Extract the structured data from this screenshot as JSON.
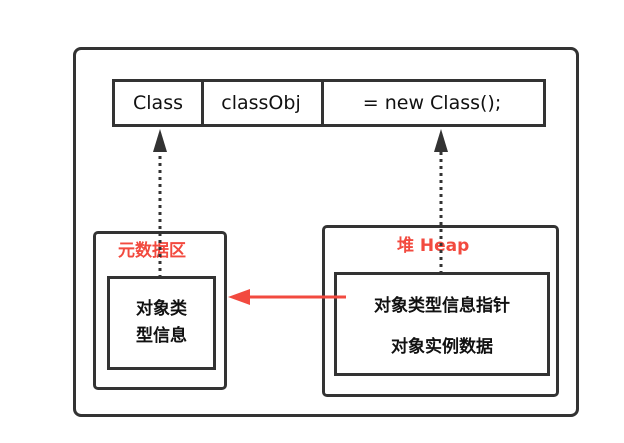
{
  "code": {
    "type_name": "Class",
    "variable": "classObj",
    "expression": "= new Class();"
  },
  "metaspace": {
    "title": "元数据区",
    "type_info_line1": "对象类",
    "type_info_line2": "型信息"
  },
  "heap": {
    "title": "堆 Heap",
    "type_pointer": "对象类型信息指针",
    "instance_data": "对象实例数据"
  },
  "colors": {
    "accent": "#f24a3f",
    "stroke": "#333333"
  }
}
